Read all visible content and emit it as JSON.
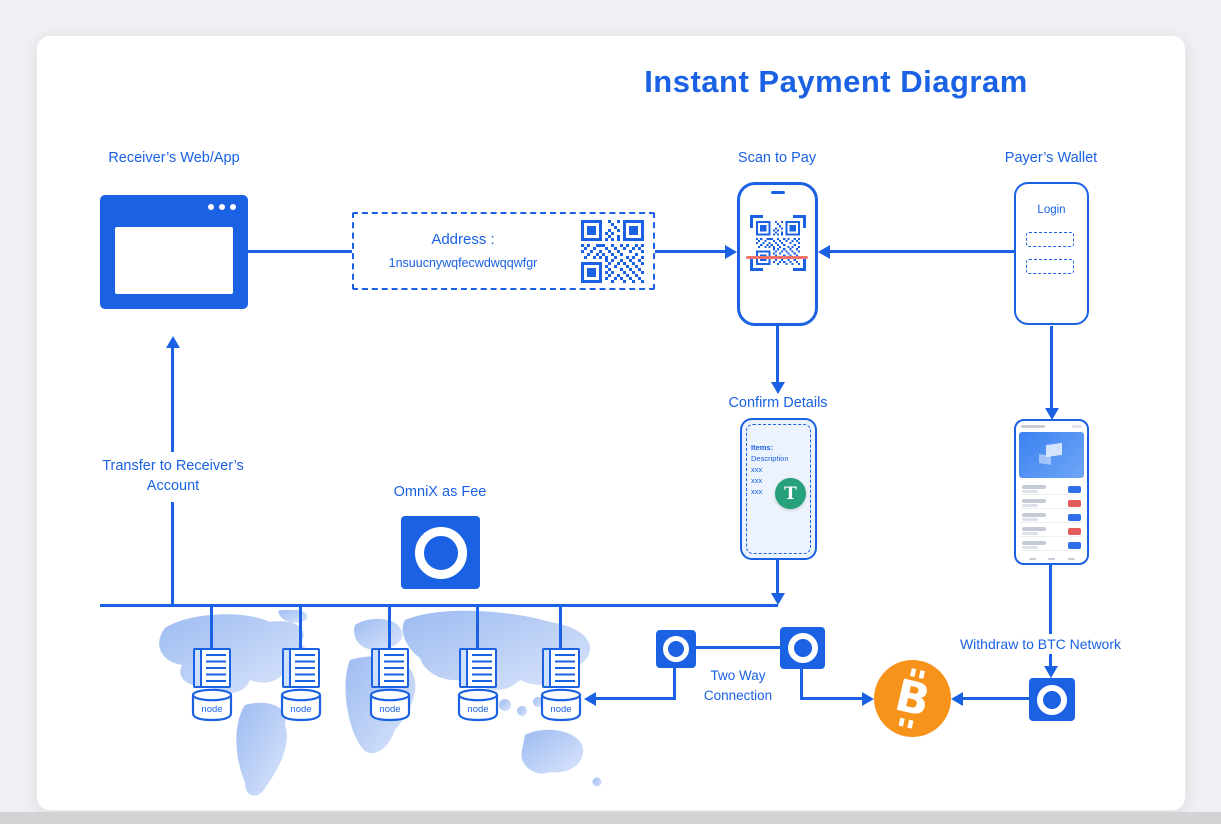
{
  "title": "Instant Payment Diagram",
  "colors": {
    "primary": "#1A61E4",
    "tether_green": "#26A17B",
    "bitcoin_orange": "#F7931A",
    "scan_line_red": "#F0736B",
    "map_blue": "#A8C2F3"
  },
  "receiver": {
    "label": "Receiver’s Web/App"
  },
  "address_box": {
    "label": "Address :",
    "value": "1nsuucnywqfecwdwqqwfgr"
  },
  "scan": {
    "label": "Scan to Pay"
  },
  "payer": {
    "label": "Payer’s Wallet",
    "login": "Login"
  },
  "confirm": {
    "label": "Confirm Details",
    "items_title": "Items:",
    "items_subtitle": "Description",
    "items": [
      "xxx",
      "xxx",
      "xxx"
    ],
    "tether_symbol": "T"
  },
  "transfer": {
    "line1": "Transfer to Receiver’s",
    "line2": "Account"
  },
  "omnix": {
    "label": "OmniX as Fee"
  },
  "two_way": {
    "line1": "Two Way",
    "line2": "Connection"
  },
  "withdraw": {
    "label": "Withdraw to BTC Network"
  },
  "bitcoin": {
    "symbol": "B"
  },
  "nodes": [
    "node",
    "node",
    "node",
    "node",
    "node"
  ],
  "icons": {
    "browser-window-icon": "blue window frame with three dots",
    "qr-code-icon": "blue qr grid",
    "scan-frame-icon": "corner brackets with red scan line",
    "omni-logo-icon": "white ring on blue square",
    "tether-icon": "white T on green circle",
    "bitcoin-icon": "white B on orange circle",
    "server-icon": "striped server box",
    "database-icon": "white cylinder",
    "world-map-icon": "light blue continents"
  }
}
